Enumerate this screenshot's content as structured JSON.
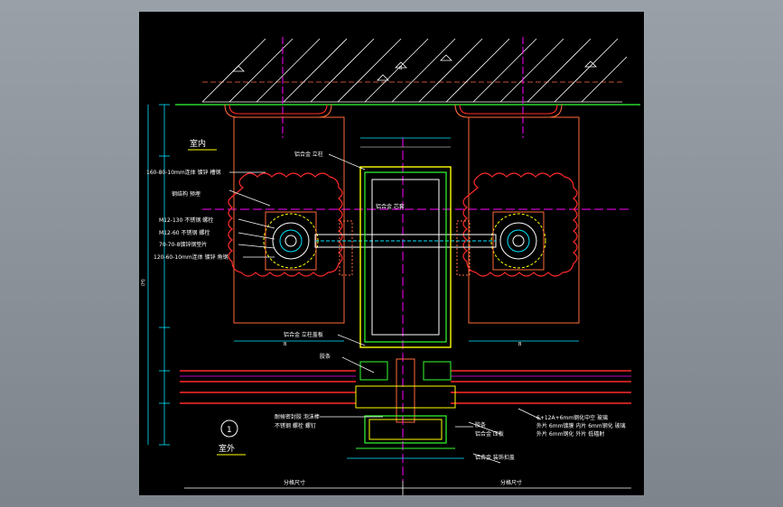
{
  "labels": {
    "room_inside": "室内",
    "room_outside": "室外",
    "section_no": "1",
    "l_bracket1": "160-80-10mm连体 镀锌 槽钢",
    "l_bracket2": "钢结构 预埋",
    "l_bolt1": "M12-130 不锈钢 螺栓",
    "l_bolt2": "M12-60 不锈钢 螺栓",
    "l_washer": "70-70-8镀锌钢垫片",
    "l_plate": "120-60-10mm连体 镀锌 角钢",
    "l_tube": "铝合金 立柱",
    "l_core": "铝合金 芯套",
    "l_cover": "铝合金 立柱盖板",
    "l_seal": "胶条",
    "l_strip": "耐候密封胶 泡沫棒",
    "l_screw": "不锈钢 螺栓 螺钉",
    "l_glass1": "6+12A+6mm钢化中空 玻璃",
    "l_glass2": "外片 6mm镀膜 内片 6mm钢化 玻璃",
    "l_glass3": "外片 6mm钢化 外片 低辐射",
    "l_seal2": "胶条",
    "l_cap": "铝合金 压板",
    "l_profile": "铝合金 装饰扣盖",
    "dim_w": "B",
    "dim_bottom1": "分格尺寸",
    "dim_bottom2": "分格尺寸",
    "dim_total": "(H)"
  },
  "colors": {
    "background": "#000000",
    "window": "#8c929a",
    "concrete": "#ffffff",
    "bracket": "#ff6a3a",
    "red": "#ff2a2a",
    "magenta": "#ff00ff",
    "yellow": "#ffff00",
    "green": "#33ff33",
    "cyan": "#00e5ff",
    "white": "#ffffff"
  },
  "icons": {
    "section_marker": "circle-marker-icon",
    "insulation": "cloud-insulation-icon"
  }
}
